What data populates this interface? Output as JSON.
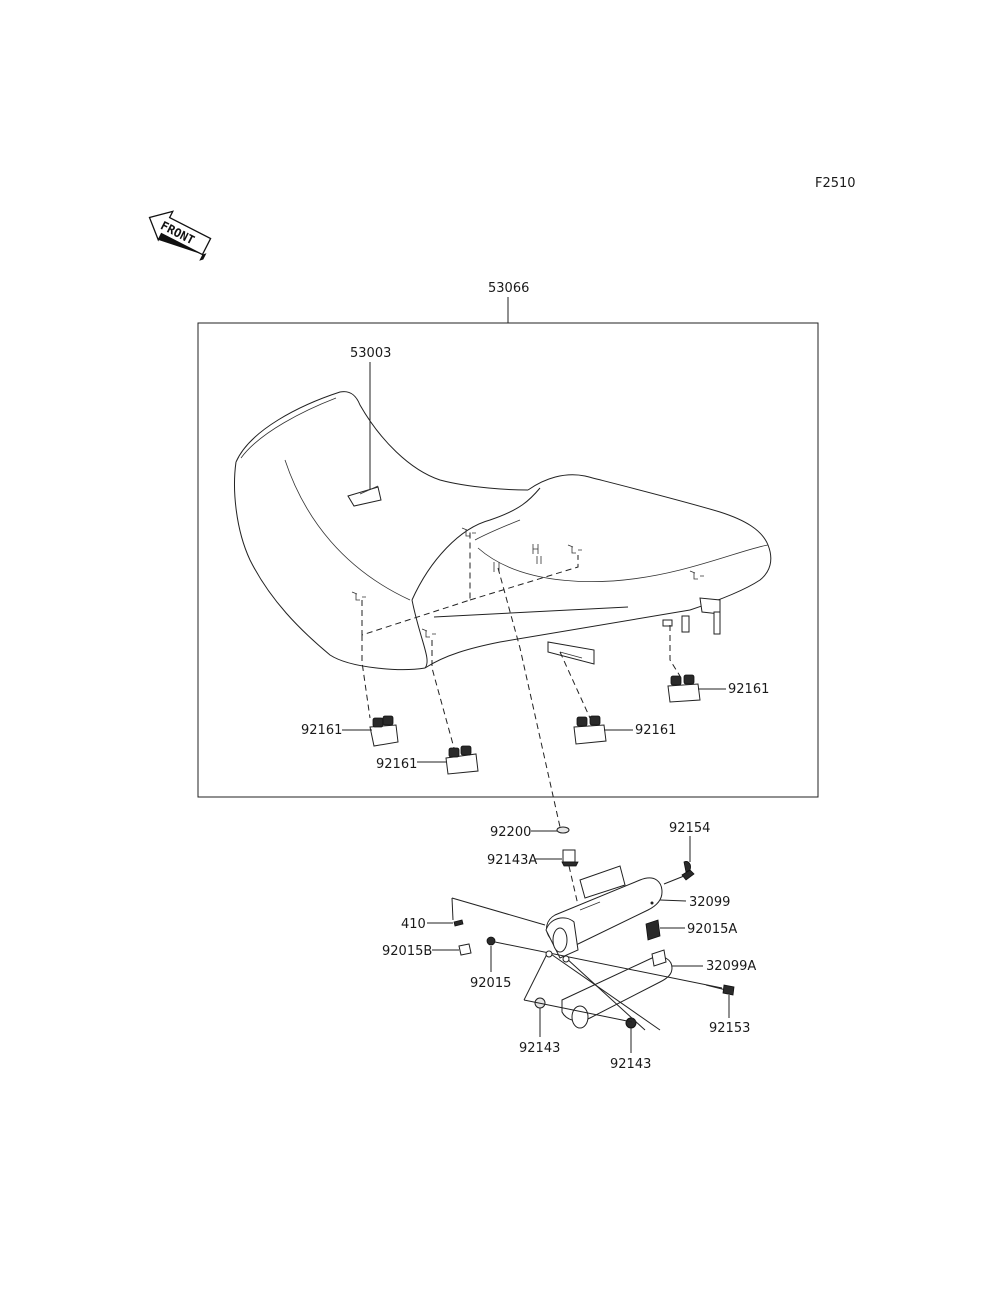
{
  "figure_code": "F2510",
  "front_arrow": {
    "text": "FRONT",
    "icon": "front-direction-arrow-icon"
  },
  "assembly_label": "53066",
  "labels": {
    "p53003": "53003",
    "p92161_a": "92161",
    "p92161_b": "92161",
    "p92161_c": "92161",
    "p92161_d": "92161",
    "p92200": "92200",
    "p92143A": "92143A",
    "p92154": "92154",
    "p32099": "32099",
    "p410": "410",
    "p92015A": "92015A",
    "p92015B": "92015B",
    "p32099A": "32099A",
    "p92015": "92015",
    "p92153": "92153",
    "p92143_a": "92143",
    "p92143_b": "92143"
  }
}
